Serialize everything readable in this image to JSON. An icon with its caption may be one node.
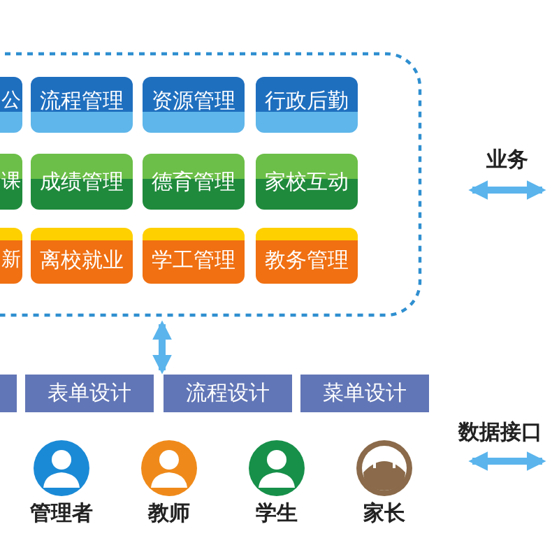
{
  "diagram": {
    "nodes": [
      {
        "text": [],
        "shape": "box"
      },
      {
        "text": [
          "公"
        ],
        "in": 0
      },
      {
        "text": [
          "流程管理"
        ],
        "in": 0
      },
      {
        "text": [
          "资源管理"
        ],
        "in": 0
      },
      {
        "text": [
          "行政后勤"
        ],
        "in": 0
      },
      {
        "text": [
          "课"
        ],
        "in": 0
      },
      {
        "text": [
          "成绩管理"
        ],
        "in": 0
      },
      {
        "text": [
          "德育管理"
        ],
        "in": 0
      },
      {
        "text": [
          "家校互动"
        ],
        "in": 0
      },
      {
        "text": [
          "新"
        ],
        "in": 0
      },
      {
        "text": [
          "离校就业"
        ],
        "in": 0
      },
      {
        "text": [
          "学工管理"
        ],
        "in": 0
      },
      {
        "text": [
          "教务管理"
        ],
        "in": 0
      },
      {
        "text": [],
        "shape": "bar"
      },
      {
        "text": [
          "表单设计"
        ]
      },
      {
        "text": [
          "流程设计"
        ]
      },
      {
        "text": [
          "菜单设计"
        ]
      },
      {
        "text": [
          "管理者"
        ]
      },
      {
        "text": [
          "教师"
        ]
      },
      {
        "text": [
          "学生"
        ]
      },
      {
        "text": [
          "家长"
        ]
      }
    ],
    "edges": [
      {
        "from": 0,
        "to": 14,
        "arrow": "both"
      }
    ],
    "labels": [
      "业务",
      "数据接口"
    ]
  }
}
